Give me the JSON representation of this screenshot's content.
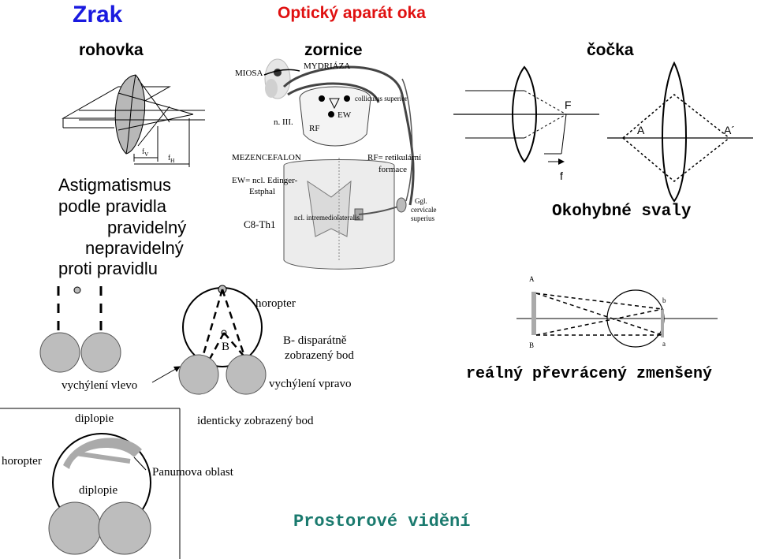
{
  "header": {
    "title": "Zrak",
    "subtitle": "Optický aparát oka"
  },
  "sections": {
    "cornea": "rohovka",
    "pupil": "zornice",
    "lens": "čočka",
    "eye_muscles": "Okohybné svaly",
    "space_vision": "Prostorové vidění"
  },
  "astigmatism": {
    "title": "Astigmatismus",
    "line2": "podle pravidla",
    "line3": "pravidelný",
    "line4": "nepravidelný",
    "line5": "proti pravidlu",
    "fv": "f",
    "fv_sub": "V",
    "fh": "f",
    "fh_sub": "H"
  },
  "pupil_diagram": {
    "miosa": "MIOSA",
    "mydriaza": "MYDRIÁZA",
    "colliculus": "colliculus superior",
    "ew": "EW",
    "n3": "n. III.",
    "rf": "RF",
    "mezencefalon": "MEZENCEFALON",
    "ew_def_1": "EW= ncl. Edinger-",
    "ew_def_2": "Estphal",
    "rf_def_1": "RF= retikulární",
    "rf_def_2": "formace",
    "c8": "C8-Th1",
    "ncl": "ncl. intremediolateralis",
    "ggl_1": "Ggl.",
    "ggl_2": "cervicale",
    "ggl_3": "superius"
  },
  "lens_diagram": {
    "F": "F",
    "f": "f",
    "A": "A",
    "A2": "A´"
  },
  "image_diagram": {
    "A": "A",
    "b": "b",
    "B": "B",
    "a": "a",
    "caption": "reálný převrácený zmenšený"
  },
  "binocular": {
    "horopter": "horopter",
    "B": "B",
    "disparate_1": "B- disparátně",
    "disparate_2": "zobrazený bod",
    "left_shift": "vychýlení vlevo",
    "right_shift": "vychýlení vpravo",
    "diplopie_top": "diplopie",
    "identical": "identicky zobrazený bod",
    "horopter_left": "horopter",
    "panum": "Panumova oblast",
    "diplopie_bottom": "diplopie"
  },
  "colors": {
    "title_blue": "#1a1adf",
    "title_red": "#e01010",
    "teal": "#1a7a6e",
    "gray_fill": "#bdbdbd"
  }
}
